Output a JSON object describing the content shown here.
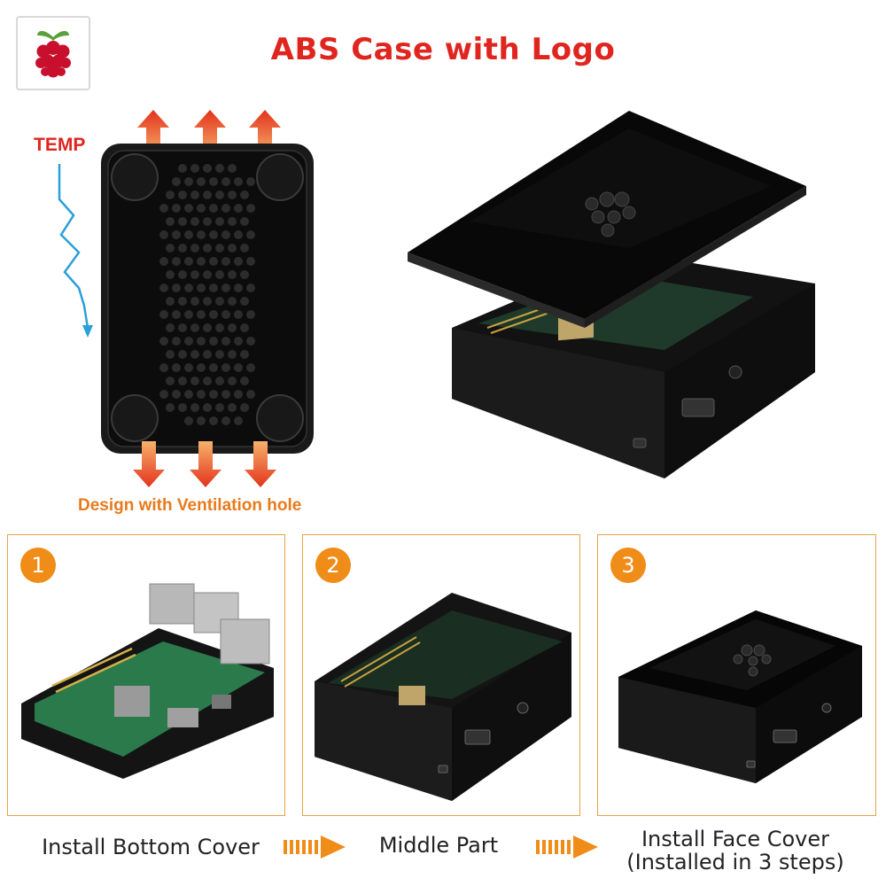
{
  "header": {
    "title": "ABS Case with Logo"
  },
  "top_left": {
    "temp_label": "TEMP",
    "vent_caption": "Design with Ventilation hole"
  },
  "steps": [
    {
      "number": "1",
      "caption": "Install Bottom Cover"
    },
    {
      "number": "2",
      "caption": "Middle Part"
    },
    {
      "number": "3",
      "caption_line1": "Install Face Cover",
      "caption_line2": "(Installed in 3 steps)"
    }
  ],
  "colors": {
    "title_red": "#e0251f",
    "accent_orange": "#f08c18",
    "panel_border": "#e6a447",
    "vent_orange": "#e87a1c",
    "case_black": "#111111"
  },
  "icons": [
    "raspberry-logo-icon",
    "heat-arrow-icon",
    "temperature-arrow-icon",
    "step-arrow-icon"
  ]
}
